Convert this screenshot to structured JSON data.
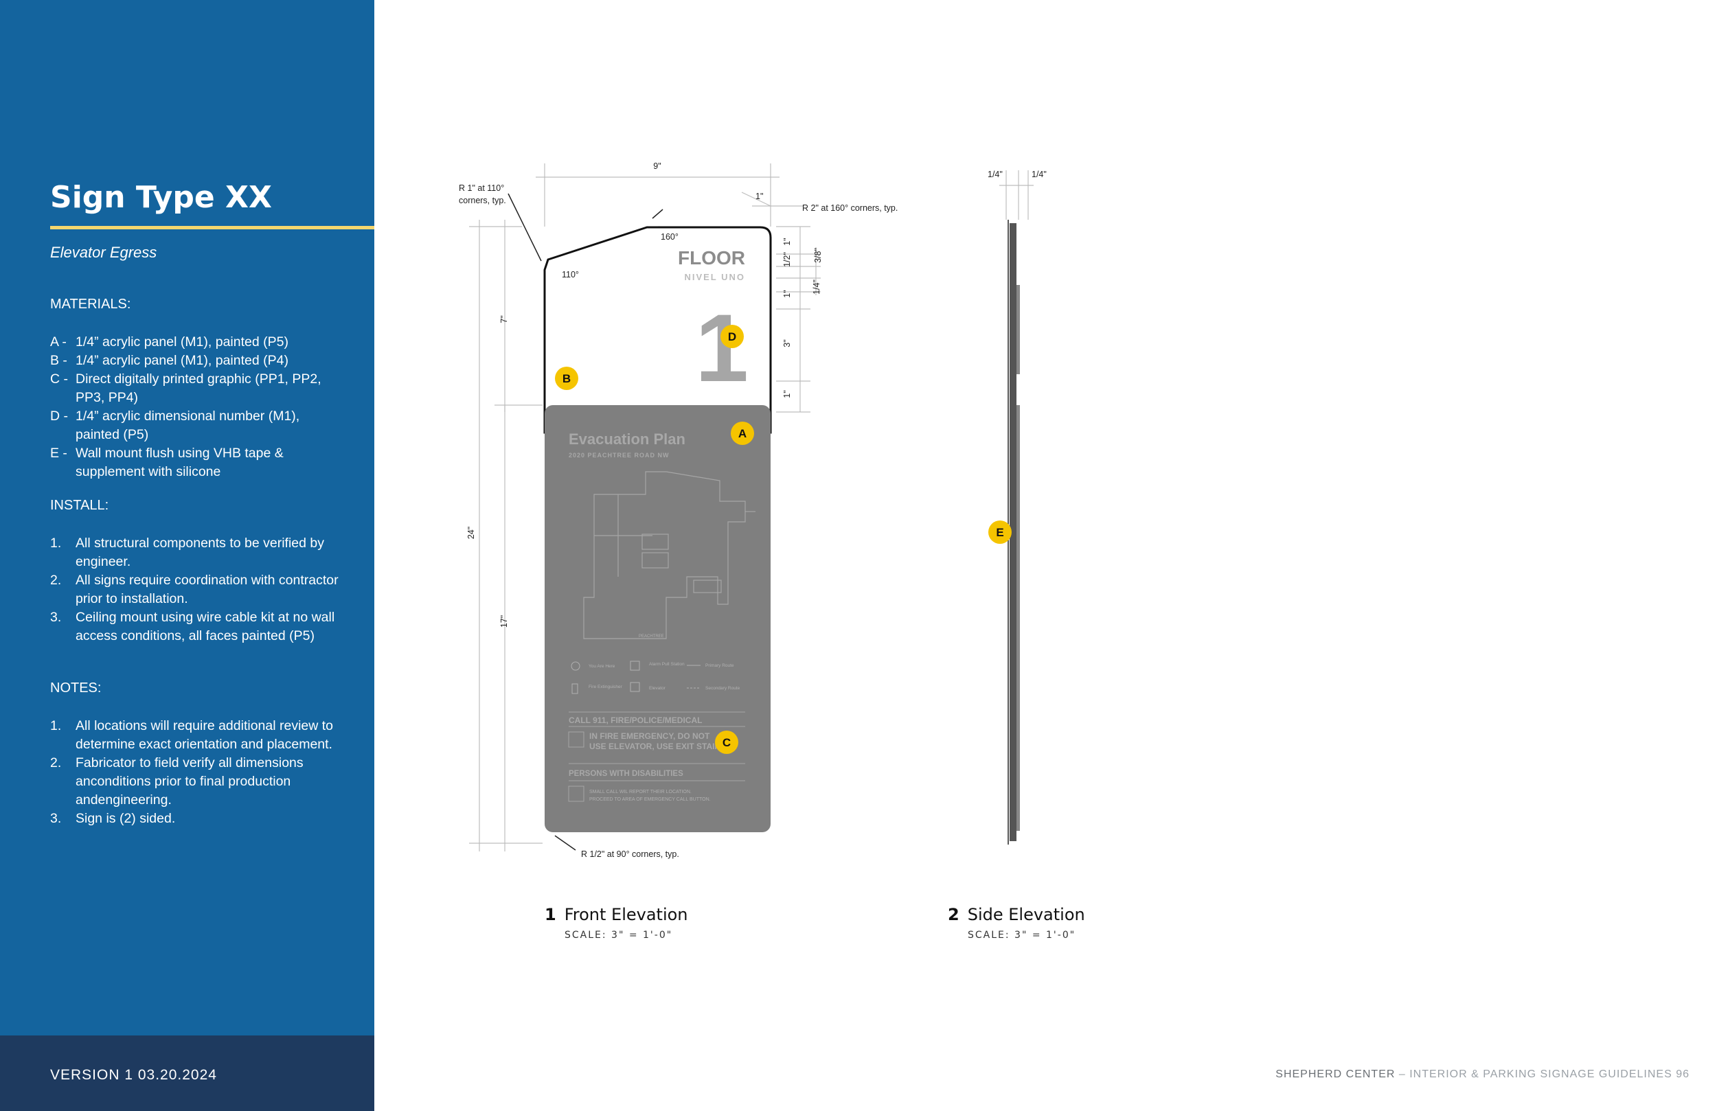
{
  "sidebar": {
    "title": "Sign Type XX",
    "subtitle": "Elevator Egress",
    "materials_heading": "MATERIALS:",
    "materials": [
      {
        "key": "A -",
        "text": "1/4” acrylic panel (M1), painted (P5)"
      },
      {
        "key": "B -",
        "text": "1/4” acrylic panel (M1), painted (P4)"
      },
      {
        "key": "C -",
        "text": "Direct digitally printed graphic (PP1, PP2, PP3, PP4)"
      },
      {
        "key": "D -",
        "text": "1/4” acrylic dimensional number (M1), painted (P5)"
      },
      {
        "key": "E -",
        "text": "Wall mount flush using VHB tape & supplement with silicone"
      }
    ],
    "install_heading": "INSTALL:",
    "install": [
      {
        "key": "1.",
        "text": "All structural components to be verified by engineer."
      },
      {
        "key": "2.",
        "text": "All signs require coordination with contractor prior to installation."
      },
      {
        "key": "3.",
        "text": "Ceiling mount using wire cable kit at no wall access conditions, all faces painted (P5)"
      }
    ],
    "notes_heading": "NOTES:",
    "notes": [
      {
        "key": "1.",
        "text": "All locations will require additional review to determine exact orientation and placement."
      },
      {
        "key": "2.",
        "text": "Fabricator to field verify all dimensions anconditions prior to final production andengineering."
      },
      {
        "key": "3.",
        "text": "Sign is (2) sided."
      }
    ],
    "version": "VERSION 1  03.20.2024"
  },
  "footer": {
    "org": "SHEPHERD CENTER",
    "doc": " – INTERIOR & PARKING SIGNAGE GUIDELINES  96"
  },
  "drawing": {
    "front": {
      "number": "1",
      "title": "Front Elevation",
      "scale": "SCALE: 3\" = 1'-0\""
    },
    "side": {
      "number": "2",
      "title": "Side Elevation",
      "scale": "SCALE: 3\" = 1'-0\""
    },
    "sign_text": {
      "floor": "FLOOR",
      "floor_sub": "NIVEL UNO",
      "number": "1",
      "evac_title": "Evacuation Plan",
      "evac_address": "2020 PEACHTREE ROAD NW",
      "call": "CALL 911, FIRE/POLICE/MEDICAL",
      "fire1": "IN FIRE EMERGENCY, DO NOT",
      "fire2": "USE ELEVATOR, USE EXIT STAIRS",
      "disab": "PERSONS WITH DISABILITIES",
      "disab1": "SMALL CALL WIL REPORT THEIR LOCATION.",
      "disab2": "PROCEED TO AREA OF EMERGENCY CALL BUTTON.",
      "leg_here": "You Are Here",
      "leg_alarm": "Alarm Pull Station",
      "leg_primary": "Primary Route",
      "leg_ext": "Fire Extinguisher",
      "leg_elev": "Elevator",
      "leg_secondary": "Secondary Route",
      "plan_label": "PEACHTREE"
    },
    "callouts": [
      "A",
      "B",
      "C",
      "D",
      "E"
    ],
    "dims": {
      "top_width": "9\"",
      "corner110": "R 1\" at 110°",
      "corner110b": "corners, typ.",
      "corner160": "R 2\" at 160° corners, typ.",
      "corner90": "R 1/2\" at 90° corners, typ.",
      "angle160": "160°",
      "angle110": "110°",
      "d1": "1\"",
      "d7": "7\"",
      "d24": "24\"",
      "d17": "17\"",
      "dr1": "1\"",
      "dr_half": "1/2\"",
      "dr_38": "3/8\"",
      "dr_14": "1/4\"",
      "dr1b": "1\"",
      "dr3": "3\"",
      "dr1c": "1\"",
      "side_q1": "1/4\"",
      "side_q2": "1/4\""
    },
    "colors": {
      "accent": "#f5c400",
      "panel": "#7f7f7f",
      "sidebar": "#14649e"
    }
  }
}
